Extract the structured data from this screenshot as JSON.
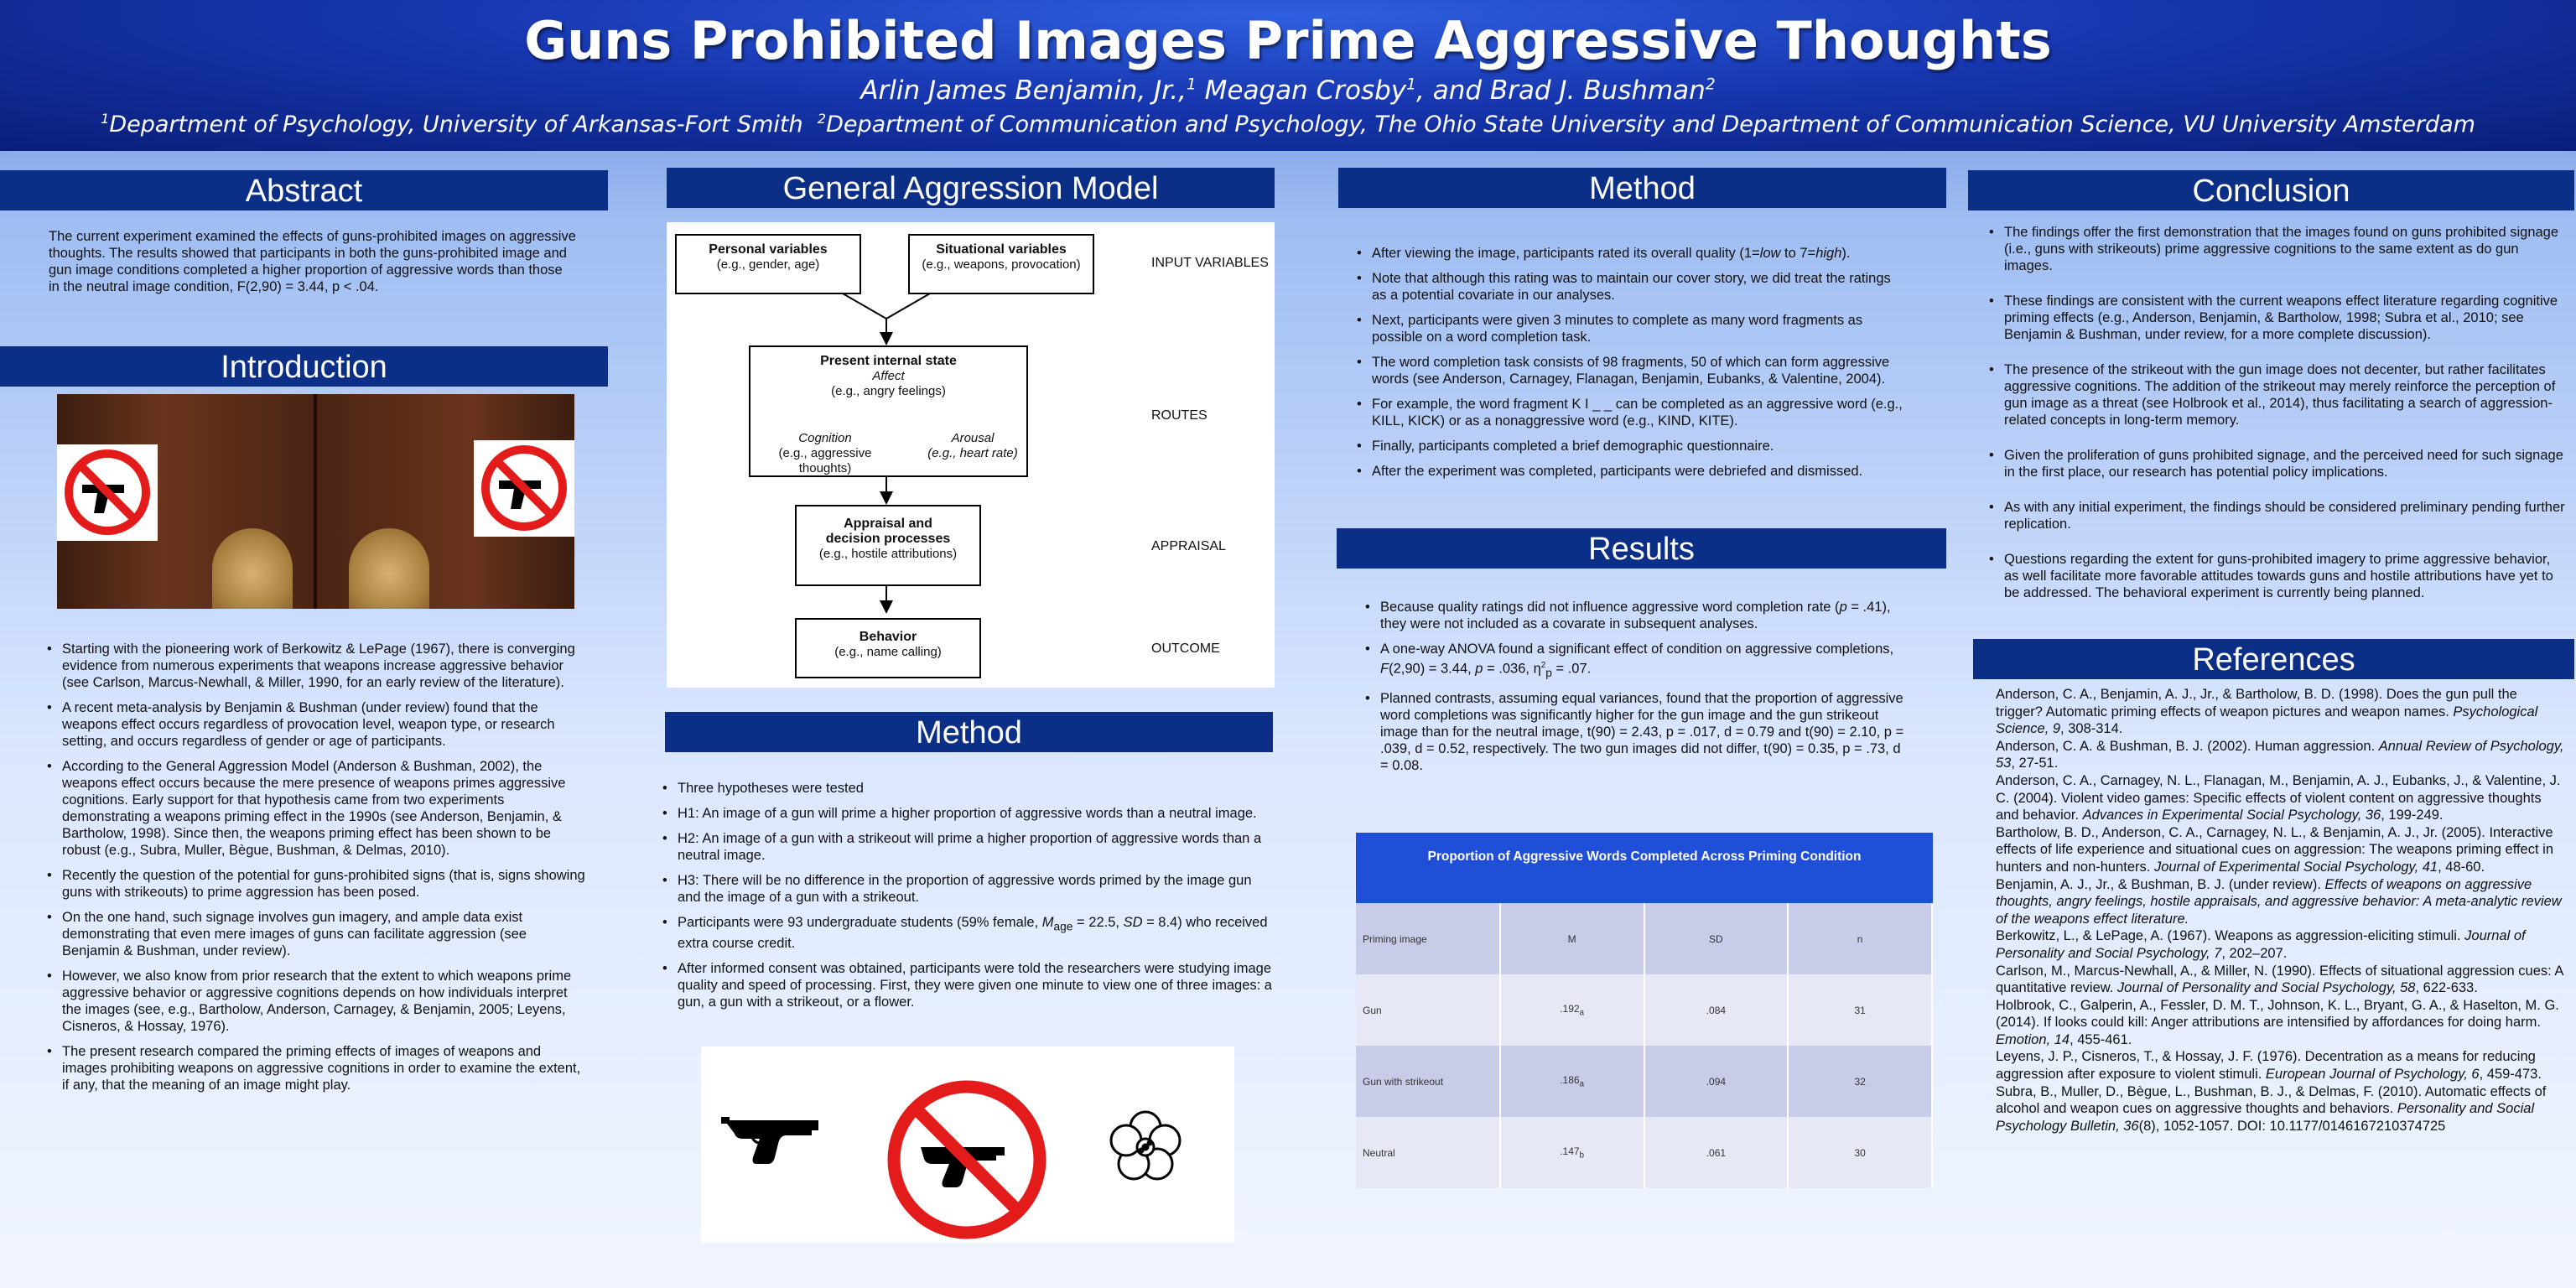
{
  "header": {
    "title": "Guns Prohibited Images Prime Aggressive Thoughts",
    "author1": "Arlin James Benjamin, Jr.,",
    "author1_sup": "1",
    "author2": " Meagan Crosby",
    "author2_sup": "1",
    "author3": ", and Brad J. Bushman",
    "author3_sup": "2",
    "affil1_sup": "1",
    "affil1": "Department of Psychology, University of Arkansas-Fort Smith",
    "affil2_sup": "2",
    "affil2": "Department of Communication and Psychology, The Ohio State University and Department of Communication Science, VU University Amsterdam"
  },
  "abstract": {
    "heading": "Abstract",
    "text": "The current experiment examined the effects of guns-prohibited images on aggressive thoughts. The results showed that participants in both the guns-prohibited image and gun image conditions completed a higher proportion of aggressive words than those in the neutral image condition, F(2,90) = 3.44, p < .04."
  },
  "introduction": {
    "heading": "Introduction",
    "bullets": [
      "Starting with the pioneering work of Berkowitz & LePage (1967), there is converging evidence from numerous experiments that weapons increase aggressive behavior (see Carlson, Marcus-Newhall, & Miller, 1990, for an early review of the literature).",
      "A recent meta-analysis by Benjamin & Bushman (under review) found that the weapons effect occurs regardless of provocation level, weapon type, or research setting, and occurs regardless of gender or age of participants.",
      "According to the General Aggression Model (Anderson & Bushman, 2002), the weapons effect occurs because the mere presence of weapons primes aggressive cognitions. Early support for that hypothesis came from two experiments demonstrating a weapons priming effect in the 1990s (see Anderson, Benjamin, & Bartholow, 1998). Since then, the weapons priming effect has been shown to be robust (e.g., Subra, Muller, Bègue, Bushman, & Delmas, 2010).",
      "Recently the question of the potential for guns-prohibited signs (that is, signs showing guns with strikeouts) to prime aggression has been posed.",
      "On the one hand, such signage involves gun imagery, and ample data exist demonstrating that even mere images of guns can facilitate aggression (see Benjamin & Bushman, under review).",
      "However, we also know from prior research that the extent to which weapons prime aggressive behavior or aggressive cognitions depends on how individuals interpret the images (see, e.g., Bartholow, Anderson, Carnagey, & Benjamin, 2005; Leyens, Cisneros, & Hossay, 1976).",
      "The present research compared the priming effects of images of weapons and images prohibiting weapons on aggressive cognitions in order to examine the extent, if any, that the meaning of an image might play."
    ]
  },
  "gam": {
    "heading": "General Aggression Model",
    "personal_title": "Personal variables",
    "personal_sub": "(e.g., gender, age)",
    "situational_title": "Situational variables",
    "situational_sub": "(e.g., weapons, provocation)",
    "internal_title": "Present internal state",
    "affect": "Affect",
    "affect_sub": "(e.g., angry feelings)",
    "cognition": "Cognition",
    "cognition_sub": "(e.g., aggressive thoughts)",
    "arousal": "Arousal",
    "arousal_sub": "(e.g., heart rate)",
    "appraisal_title1": "Appraisal and",
    "appraisal_title2": "decision processes",
    "appraisal_sub": "(e.g., hostile attributions)",
    "behavior_title": "Behavior",
    "behavior_sub": "(e.g., name calling)",
    "label_input": "INPUT VARIABLES",
    "label_routes": "ROUTES",
    "label_appraisal": "APPRAISAL",
    "label_outcome": "OUTCOME"
  },
  "method_left": {
    "heading": "Method",
    "bullets": [
      "Three hypotheses were tested",
      "H1: An image of a gun will prime a higher proportion of aggressive words than a neutral image.",
      "H2: An image of a gun with a strikeout will prime a higher proportion of aggressive words than a neutral image.",
      "H3: There will be no difference in the proportion of aggressive words primed by the image gun and the image of a gun with a strikeout."
    ],
    "participants_pre": "Participants were 93 undergraduate students (59% female, ",
    "participants_m": "M",
    "participants_sub": "age",
    "participants_mid": " = 22.5, ",
    "participants_sd": "SD",
    "participants_post": " = 8.4) who received extra course credit.",
    "consent": "After informed consent was obtained, participants were told the researchers were studying image quality and speed of processing. First, they were given one minute to view one of three images: a gun, a gun with a strikeout, or a flower."
  },
  "method_right": {
    "heading": "Method",
    "bullet1_pre": "After viewing the image, participants rated its overall quality (1=",
    "bullet1_low": "low",
    "bullet1_mid": " to 7=",
    "bullet1_high": "high",
    "bullet1_post": ").",
    "bullets": [
      "Note that although this rating was to maintain our cover story, we did treat the ratings as a potential covariate in our analyses.",
      "Next, participants were given 3 minutes to complete as many word fragments as possible on a word completion task.",
      "The word completion task consists of 98 fragments, 50 of which can form aggressive words (see Anderson, Carnagey, Flanagan, Benjamin, Eubanks, & Valentine, 2004).",
      "For example, the word fragment K I _ _ can be completed as an aggressive word (e.g., KILL, KICK) or as a nonaggressive word (e.g., KIND, KITE).",
      "Finally, participants completed a brief demographic questionnaire.",
      "After the experiment was completed, participants were debriefed and dismissed."
    ]
  },
  "results": {
    "heading": "Results",
    "b1_pre": "Because quality ratings did not influence aggressive word completion rate (",
    "b1_p": "p",
    "b1_post": " = .41), they were not included as a covarate in subsequent analyses.",
    "b2_pre": "A one-way ANOVA found a significant effect of condition on aggressive completions, ",
    "b2_F": "F",
    "b2_mid": "(2,90) = 3.44, ",
    "b2_p": "p",
    "b2_mid2": " = .036, η",
    "b2_sup": "2",
    "b2_sub": "p",
    "b2_post": " = .07.",
    "b3": "Planned contrasts, assuming equal variances, found that the proportion of aggressive word completions was significantly higher for the gun image and the gun strikeout image than for the neutral image, t(90) = 2.43, p = .017, d = 0.79 and t(90) = 2.10, p = .039, d = 0.52, respectively. The two gun images did not differ, t(90) = 0.35, p = .73, d = 0.08.",
    "table_title": "Proportion of Aggressive Words Completed Across Priming Condition",
    "table_headers": [
      "Priming image",
      "M",
      "SD",
      "n"
    ],
    "table_rows": [
      [
        "Gun",
        ".192",
        "a",
        ".084",
        "31"
      ],
      [
        "Gun with strikeout",
        ".186",
        "a",
        ".094",
        "32"
      ],
      [
        "Neutral",
        ".147",
        "b",
        ".061",
        "30"
      ]
    ],
    "row_colors": [
      "#c9cce8",
      "#e6e8f5"
    ]
  },
  "conclusion": {
    "heading": "Conclusion",
    "bullets": [
      "The findings offer the first demonstration that the images found on guns prohibited signage (i.e., guns with strikeouts) prime aggressive cognitions to the same extent as do gun images.",
      "These findings are consistent with the current weapons effect literature regarding cognitive priming effects (e.g., Anderson, Benjamin, & Bartholow, 1998; Subra et al., 2010; see Benjamin & Bushman, under review, for a more complete discussion).",
      "The presence of the strikeout with the gun image does not decenter, but rather facilitates aggressive cognitions. The addition of the strikeout may merely reinforce the perception of gun image as a threat (see Holbrook et al., 2014), thus facilitating a search of aggression-related concepts in long-term memory.",
      "Given the proliferation of guns prohibited signage, and the perceived need for such signage in the first place, our research has potential policy implications.",
      "As with any initial experiment, the findings should be considered preliminary pending further replication.",
      "Questions regarding the extent for guns-prohibited imagery to prime aggressive behavior, as well facilitate more favorable attitudes towards guns and hostile attributions have yet to be addressed. The behavioral experiment is currently being planned."
    ]
  },
  "references": {
    "heading": "References",
    "items": [
      {
        "a": "Anderson, C. A., Benjamin, A. J., Jr., & Bartholow, B. D. (1998). Does the gun pull the trigger? Automatic priming effects of weapon pictures and weapon names. ",
        "i": "Psychological Science, 9",
        "b": ", 308-314."
      },
      {
        "a": "Anderson, C. A. & Bushman, B. J. (2002). Human aggression. ",
        "i": "Annual Review of Psychology, 53",
        "b": ", 27-51."
      },
      {
        "a": "Anderson, C. A., Carnagey, N. L., Flanagan, M., Benjamin, A. J., Eubanks, J., & Valentine, J. C. (2004). Violent video games: Specific effects of violent content on aggressive thoughts and behavior. ",
        "i": "Advances in Experimental Social Psychology, 36",
        "b": ", 199-249."
      },
      {
        "a": "Bartholow, B. D., Anderson, C. A., Carnagey, N. L., & Benjamin, A. J., Jr. (2005). Interactive effects of life experience and situational cues on aggression: The weapons priming effect in hunters and non-hunters. ",
        "i": "Journal of Experimental Social Psychology, 41",
        "b": ", 48-60."
      },
      {
        "a": "Benjamin, A. J., Jr., & Bushman, B. J. (under review). ",
        "i": "Effects of weapons on aggressive thoughts, angry feelings, hostile appraisals, and aggressive behavior: A meta-analytic review of the weapons effect literature.",
        "b": ""
      },
      {
        "a": "Berkowitz, L., & LePage, A. (1967). Weapons as aggression-eliciting stimuli. ",
        "i": "Journal of Personality and Social Psychology, 7",
        "b": ", 202–207."
      },
      {
        "a": "Carlson, M., Marcus-Newhall, A., & Miller, N. (1990). Effects of situational aggression cues: A quantitative review. ",
        "i": "Journal of Personality and Social Psychology, 58",
        "b": ", 622-633."
      },
      {
        "a": "Holbrook, C., Galperin, A., Fessler, D. M. T., Johnson, K. L., Bryant, G. A., & Haselton, M. G. (2014). If looks could kill: Anger attributions are intensified by affordances for doing harm. ",
        "i": "Emotion, 14",
        "b": ", 455-461."
      },
      {
        "a": "Leyens, J. P., Cisneros, T., & Hossay, J. F. (1976). Decentration as a means for reducing aggression after exposure to violent stimuli. ",
        "i": "European Journal of Psychology, 6",
        "b": ", 459-473."
      },
      {
        "a": "Subra, B., Muller, D., Bègue, L., Bushman, B. J., & Delmas, F. (2010). Automatic effects of alcohol and weapon cues on aggressive thoughts and behaviors. ",
        "i": "Personality and Social Psychology Bulletin, 36",
        "b": "(8), 1052-1057. DOI: 10.1177/0146167210374725"
      }
    ]
  },
  "colors": {
    "section_header": "#0b2f86",
    "table_header": "#1f4fd6",
    "prohibition_red": "#e31b1b"
  },
  "icons": [
    "pistol-icon",
    "no-gun-icon",
    "flower-icon"
  ]
}
